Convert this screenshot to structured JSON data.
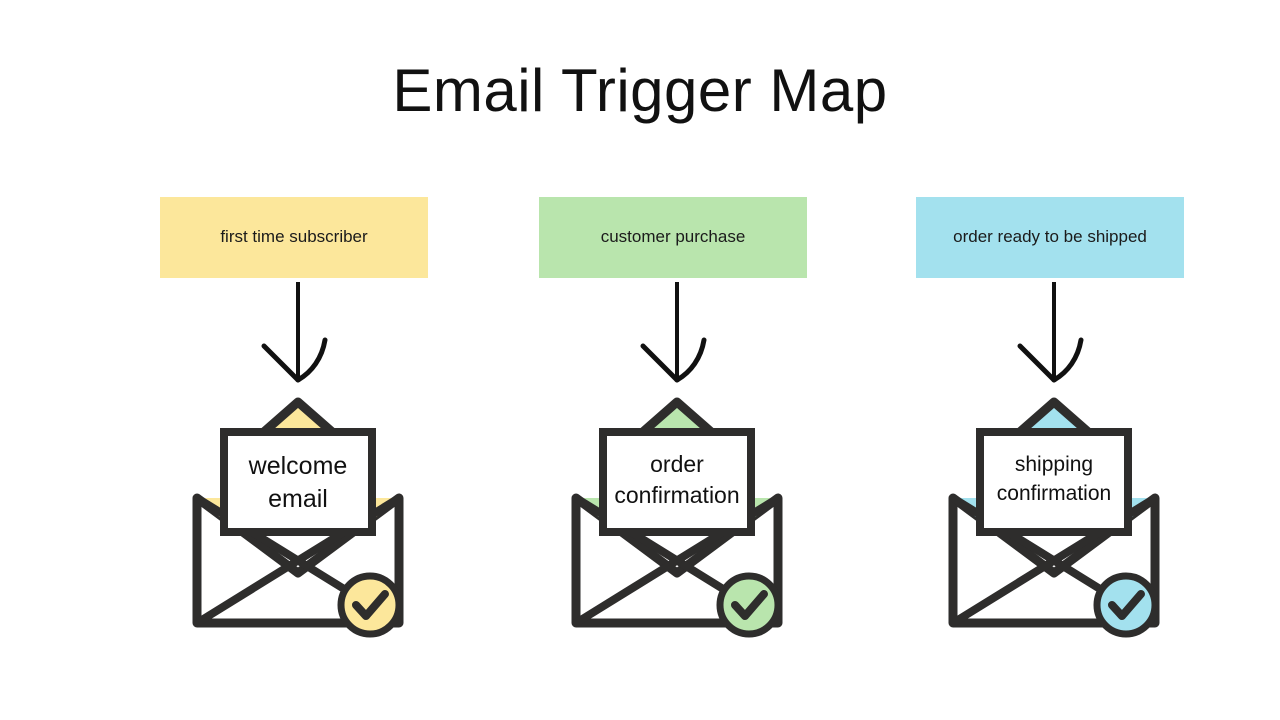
{
  "page": {
    "title": "Email Trigger Map",
    "background_color": "#ffffff",
    "ink_color": "#2e2d2c"
  },
  "columns": [
    {
      "id": "first-time-subscriber",
      "trigger_label": "first time subscriber",
      "trigger_color": "#fce79b",
      "arrow": "down-arrow-icon",
      "envelope": {
        "icon": "open-envelope-icon",
        "accent_color": "#fce79b",
        "letter_line_1": "welcome",
        "letter_line_2": "email",
        "badge": "check-circle-icon",
        "badge_color": "#fce79b"
      }
    },
    {
      "id": "customer-purchase",
      "trigger_label": "customer purchase",
      "trigger_color": "#b9e5ad",
      "arrow": "down-arrow-icon",
      "envelope": {
        "icon": "open-envelope-icon",
        "accent_color": "#b9e5ad",
        "letter_line_1": "order",
        "letter_line_2": "confirmation",
        "badge": "check-circle-icon",
        "badge_color": "#b9e5ad"
      }
    },
    {
      "id": "order-ready-to-be-shipped",
      "trigger_label": "order ready to be shipped",
      "trigger_color": "#a3e1ee",
      "arrow": "down-arrow-icon",
      "envelope": {
        "icon": "open-envelope-icon",
        "accent_color": "#a3e1ee",
        "letter_line_1": "shipping",
        "letter_line_2": "confirmation",
        "badge": "check-circle-icon",
        "badge_color": "#a3e1ee"
      }
    }
  ]
}
